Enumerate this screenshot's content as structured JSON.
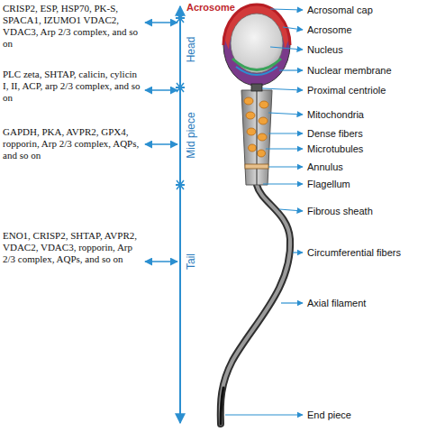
{
  "diagram": {
    "labels": [
      "CRISP2, ESP, HSP70, PK-S, SPACA1, IZUMO1 VDAC2, VDAC3, Arp 2/3 complex, and so on",
      "PLC zeta, SHTAP, calicin, cylicin I, II, ACP, arp 2/3 complex, and so on",
      "GAPDH, PKA, AVPR2, GPX4, ropporin, Arp 2/3 complex, AQPs, and so on",
      "ENO1, CRISP2, SHTAP, AVPR2, VDAC2, VDAC3, ropporin, Arp 2/3 complex, AQPs, and so on",
      "Acrosome",
      "Head",
      "Mid piece",
      "Tail",
      "Acrosomal cap",
      "Acrosome",
      "Nucleus",
      "Nuclear membrane",
      "Proximal centriole",
      "Mitochondria",
      "Dense fibers",
      "Microtubules",
      "Annulus",
      "Flagellum",
      "Fibrous sheath",
      "Circumferential fibers",
      "Axial filament",
      "End piece"
    ]
  }
}
